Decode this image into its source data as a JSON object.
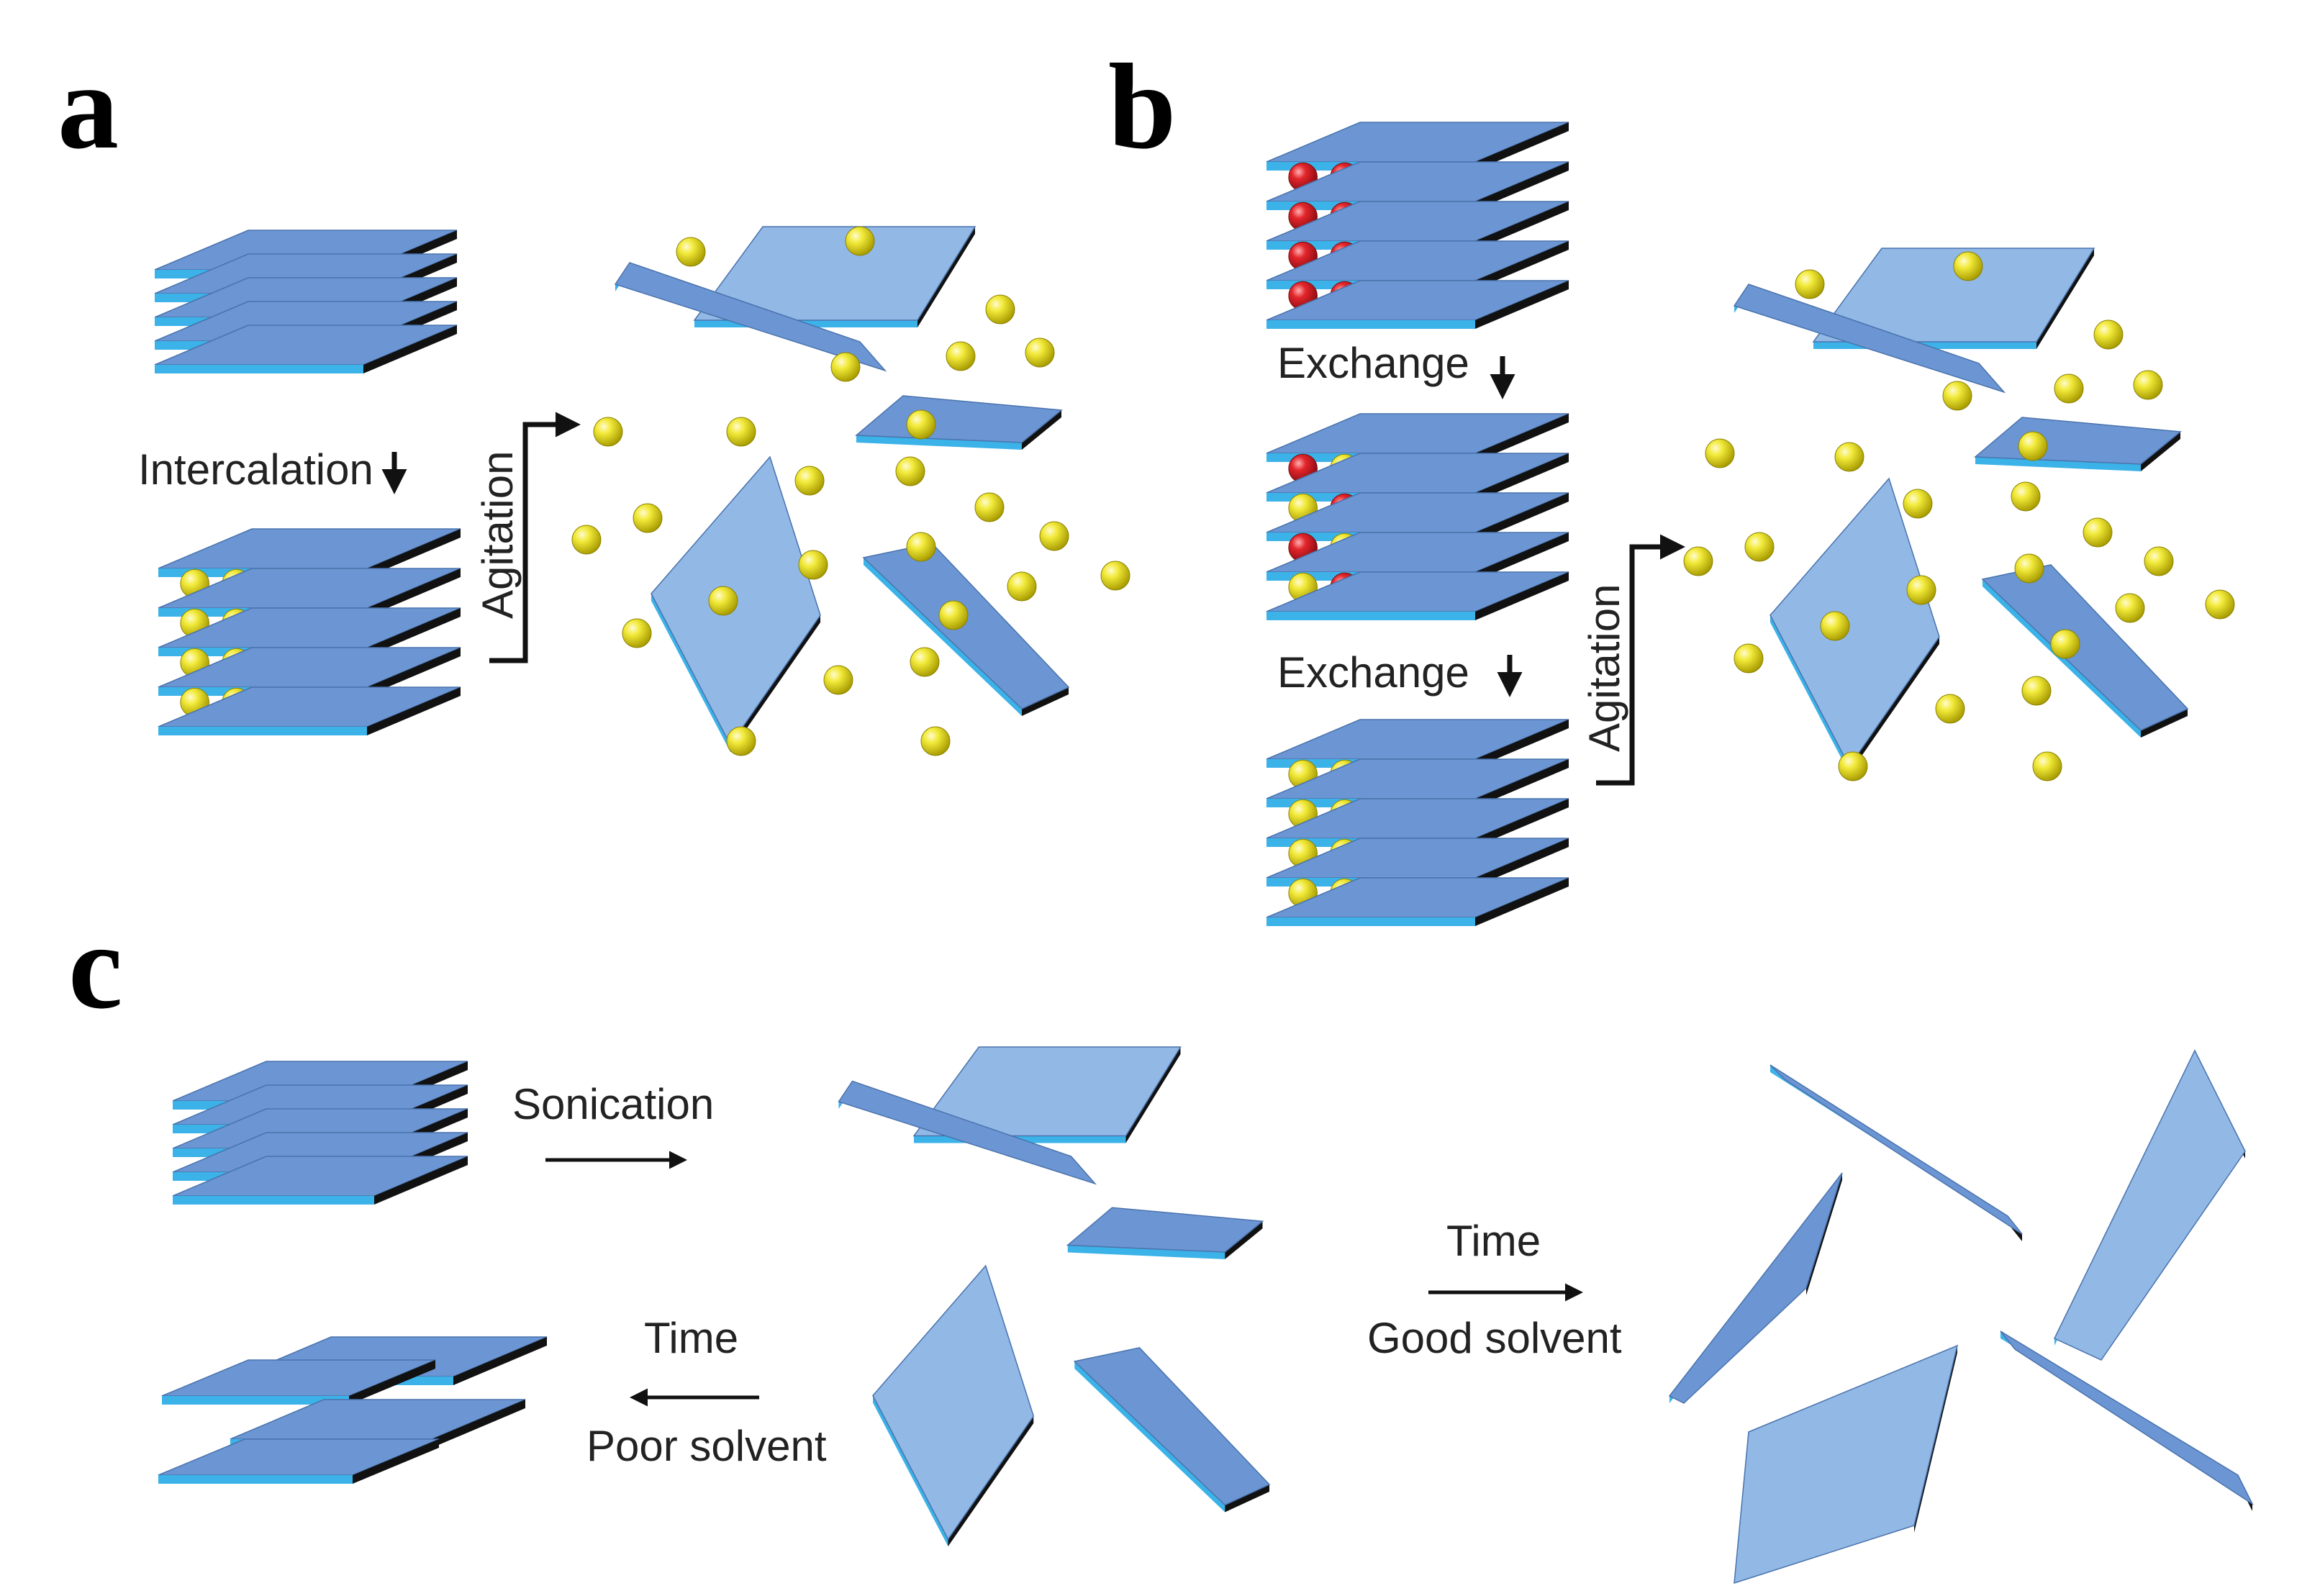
{
  "panels": {
    "a": {
      "letter": "a",
      "intercalation": "Intercalation",
      "agitation": "Agitation"
    },
    "b": {
      "letter": "b",
      "exchange_1": "Exchange",
      "exchange_2": "Exchange",
      "agitation": "Agitation"
    },
    "c": {
      "letter": "c",
      "sonication": "Sonication",
      "time_good": "Time",
      "good_solvent": "Good solvent",
      "time_poor": "Time",
      "poor_solvent": "Poor solvent"
    }
  },
  "colors": {
    "sheet_face": "#6b96d3",
    "sheet_face_light": "#92b8e6",
    "sheet_edge": "#3bb2e8",
    "sheet_side": "#111111",
    "ball_yellow": "#e3dc1d",
    "ball_red": "#dc1f28"
  }
}
